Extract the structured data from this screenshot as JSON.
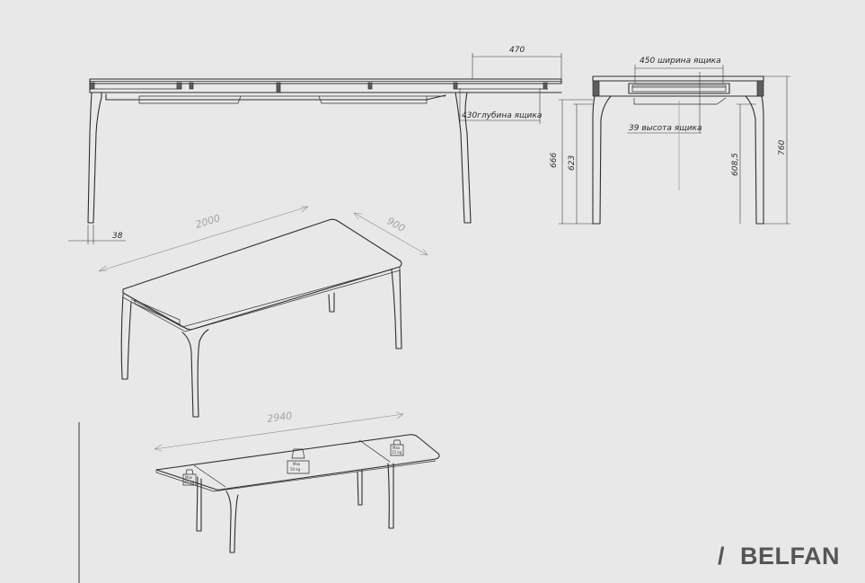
{
  "side_view": {
    "dim_drawer_length": "470",
    "dim_drawer_depth": "430глубина ящика",
    "dim_leg": "38"
  },
  "end_view": {
    "dim_drawer_width": "450 ширина ящика",
    "dim_drawer_height": "39 высота ящика",
    "dim_666": "666",
    "dim_623": "623",
    "dim_6085": "608,5",
    "dim_760": "760"
  },
  "iso_view": {
    "dim_length": "2000",
    "dim_width": "900"
  },
  "extended_view": {
    "dim_length": "2940",
    "weight_center_line1": "Max",
    "weight_center_line2": "50 kg",
    "weight_left_line1": "Max",
    "weight_left_line2": "15 kg",
    "weight_right_line1": "Max",
    "weight_right_line2": "15 kg"
  },
  "brand": {
    "name": "BELFAN",
    "mark": "/"
  }
}
